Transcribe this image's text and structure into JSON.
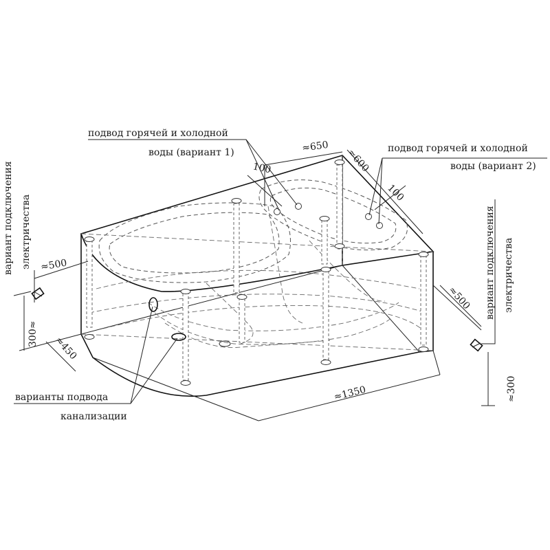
{
  "labels": {
    "water_v1_line1": "подвод горячей и холодной",
    "water_v1_line2": "воды (вариант 1)",
    "water_v2_line1": "подвод горячей и холодной",
    "water_v2_line2": "воды (вариант 2)",
    "elec_left_line1": "вариант подключения",
    "elec_left_line2": "электричества",
    "elec_right_line1": "вариант подключения",
    "elec_right_line2": "электричества",
    "drain_line1": "варианты подвода",
    "drain_line2": "канализации"
  },
  "dimensions": {
    "d650": "≈650",
    "d600": "≈600",
    "d100_left": "100",
    "d100_right": "100",
    "d500_left": "≈500",
    "d300_left": "300≈",
    "d450": "≈450",
    "d1350": "≈1350",
    "d500_right": "≈500",
    "d300_right": "≈300"
  }
}
